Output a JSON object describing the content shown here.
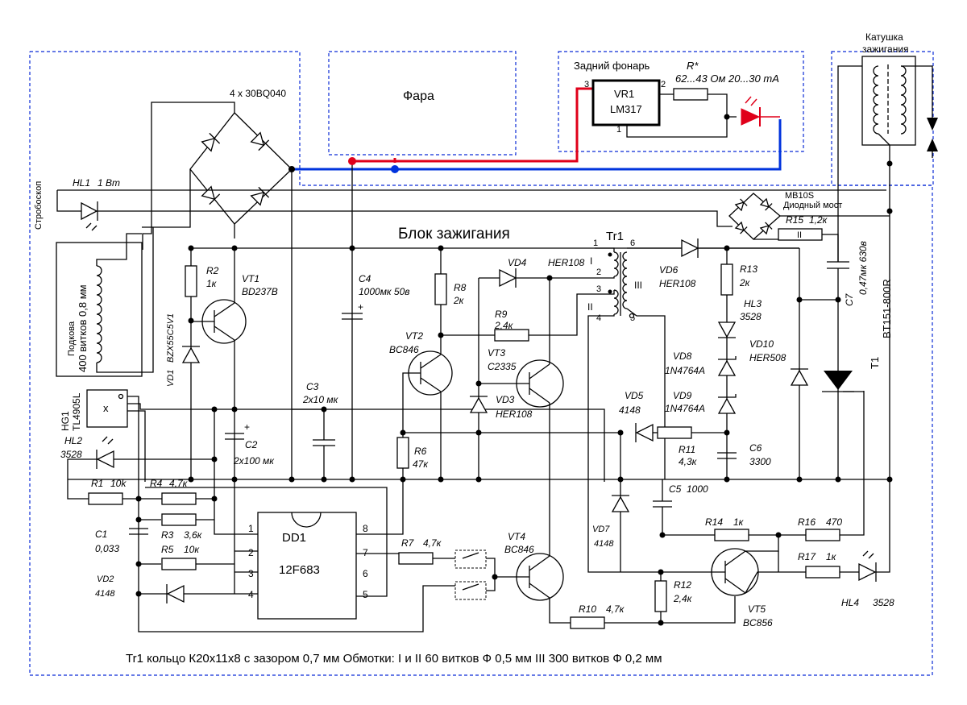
{
  "blocks": {
    "headlight": "Фара",
    "tail_light": "Задний фонарь",
    "ignition_unit": "Блок зажигания",
    "ignition_coil": [
      "Катушка",
      "зажигания"
    ]
  },
  "rectifier": {
    "label": "4 x 30BQ040"
  },
  "strobe": {
    "label": "Стробоскоп",
    "HL1": "HL1",
    "HL1_val": "1 Вт"
  },
  "sensor": {
    "ref": "HG1",
    "part": "TL4905L",
    "mark": "x"
  },
  "magneto": {
    "line1": "Подкова",
    "line2": "400 витков 0,8 мм"
  },
  "bridge": {
    "part": "MB10S",
    "name": "Диодный мост"
  },
  "regulator": {
    "ref": "VR1",
    "part": "LM317",
    "pin_in": "3",
    "pin_out": "2",
    "pin_adj": "1"
  },
  "tail": {
    "r_ref": "R*",
    "r_val": "62...43 Ом 20...30 mA"
  },
  "transformer": {
    "ref": "Tr1",
    "pins": [
      "1",
      "2",
      "3",
      "4",
      "5",
      "6"
    ],
    "windings": [
      "I",
      "II",
      "III"
    ]
  },
  "mcu": {
    "ref": "DD1",
    "part": "12F683",
    "pins": [
      "1",
      "2",
      "3",
      "4",
      "5",
      "6",
      "7",
      "8"
    ]
  },
  "components": {
    "R2": [
      "R2",
      "1к"
    ],
    "VT1": [
      "VT1",
      "BD237B"
    ],
    "VD1": [
      "VD1",
      "BZX55C5V1"
    ],
    "C4": [
      "C4",
      "1000мк 50в"
    ],
    "C3": [
      "C3",
      "2x10 мк"
    ],
    "C2": [
      "C2",
      "2x100 мк"
    ],
    "R8": [
      "R8",
      "2к"
    ],
    "VD4": [
      "VD4",
      "HER108"
    ],
    "R9": [
      "R9",
      "2,4к"
    ],
    "VT2": [
      "VT2",
      "BC846"
    ],
    "VT3": [
      "VT3",
      "C2335"
    ],
    "VD3": [
      "VD3",
      "HER108"
    ],
    "R6": [
      "R6",
      "47к"
    ],
    "VD6": [
      "VD6",
      "HER108"
    ],
    "R13": [
      "R13",
      "2к"
    ],
    "HL3": [
      "HL3",
      "3528"
    ],
    "VD10": [
      "VD10",
      "HER508"
    ],
    "VD8": [
      "VD8",
      "1N4764A"
    ],
    "VD9": [
      "VD9",
      "1N4764A"
    ],
    "VD5": [
      "VD5",
      "4148"
    ],
    "R11": [
      "R11",
      "4,3к"
    ],
    "C6": [
      "C6",
      "3300"
    ],
    "C5": [
      "C5",
      "1000"
    ],
    "R15": [
      "R15",
      "1,2к"
    ],
    "C7": [
      "C7",
      "0,47мк 630в"
    ],
    "T1": [
      "T1",
      "BT151-800R"
    ],
    "HL2": [
      "HL2",
      "3528"
    ],
    "R1": [
      "R1",
      "10k"
    ],
    "R4": [
      "R4",
      "4,7к"
    ],
    "R3": [
      "R3",
      "3,6к"
    ],
    "R5": [
      "R5",
      "10к"
    ],
    "C1": [
      "C1",
      "0,033"
    ],
    "VD2": [
      "VD2",
      "4148"
    ],
    "R7": [
      "R7",
      "4,7к"
    ],
    "VT4": [
      "VT4",
      "BC846"
    ],
    "VD7": [
      "VD7",
      "4148"
    ],
    "R14": [
      "R14",
      "1к"
    ],
    "R16": [
      "R16",
      "470"
    ],
    "R17": [
      "R17",
      "1к"
    ],
    "R12": [
      "R12",
      "2,4к"
    ],
    "R10": [
      "R10",
      "4,7к"
    ],
    "VT5": [
      "VT5",
      "BC856"
    ],
    "HL4": [
      "HL4",
      "3528"
    ]
  },
  "footnote": "Tr1 кольцо К20x11x8 с зазором 0,7 мм Обмотки: I и II 60 витков Ф 0,5 мм III 300 витков Ф 0,2 мм",
  "colors": {
    "positive_wire": "#e0001a",
    "negative_wire": "#0033dd",
    "block_border": "#0b2bd6",
    "led": "#e0001a"
  }
}
